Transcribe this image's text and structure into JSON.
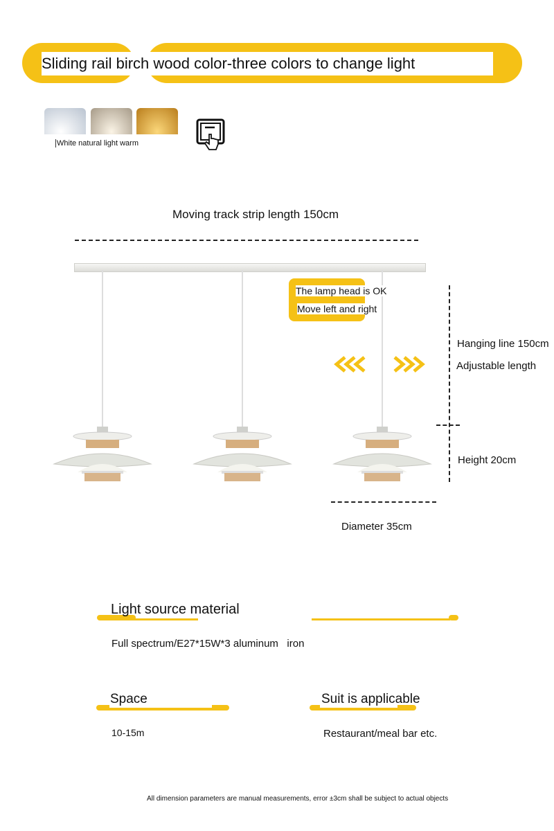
{
  "header": {
    "title": "Sliding rail birch wood color-three colors to change light"
  },
  "light_colors": {
    "caption": "White natural light warm",
    "swatches": [
      {
        "name": "white",
        "color": "#dfe6ee"
      },
      {
        "name": "natural",
        "color": "#d9cbb5"
      },
      {
        "name": "warm",
        "color": "#e7b449"
      }
    ]
  },
  "icons": {
    "switch": "touch-switch-icon",
    "arrows_left": "chevron-left-triple",
    "arrows_right": "chevron-right-triple"
  },
  "dimensions": {
    "track_length": "Moving track strip length 150cm",
    "callout_line1": "The lamp head is OK",
    "callout_line2": "Move left and right",
    "hanging_line": "Hanging line 150cm",
    "adjustable": "Adjustable length",
    "height": "Height 20cm",
    "diameter": "Diameter 35cm"
  },
  "specs": {
    "light_source_heading": "Light source material",
    "light_source_value": "Full spectrum/E27*15W*3 aluminum   iron",
    "space_heading": "Space",
    "space_value": "10-15m",
    "suit_heading": "Suit is applicable",
    "suit_value": "Restaurant/meal bar etc."
  },
  "footer": {
    "note": "All dimension parameters are manual measurements, error ±3cm shall be subject to actual objects"
  },
  "colors": {
    "accent": "#f5c116",
    "wood": "#d8b48a",
    "shade": "#e6e8e2"
  }
}
